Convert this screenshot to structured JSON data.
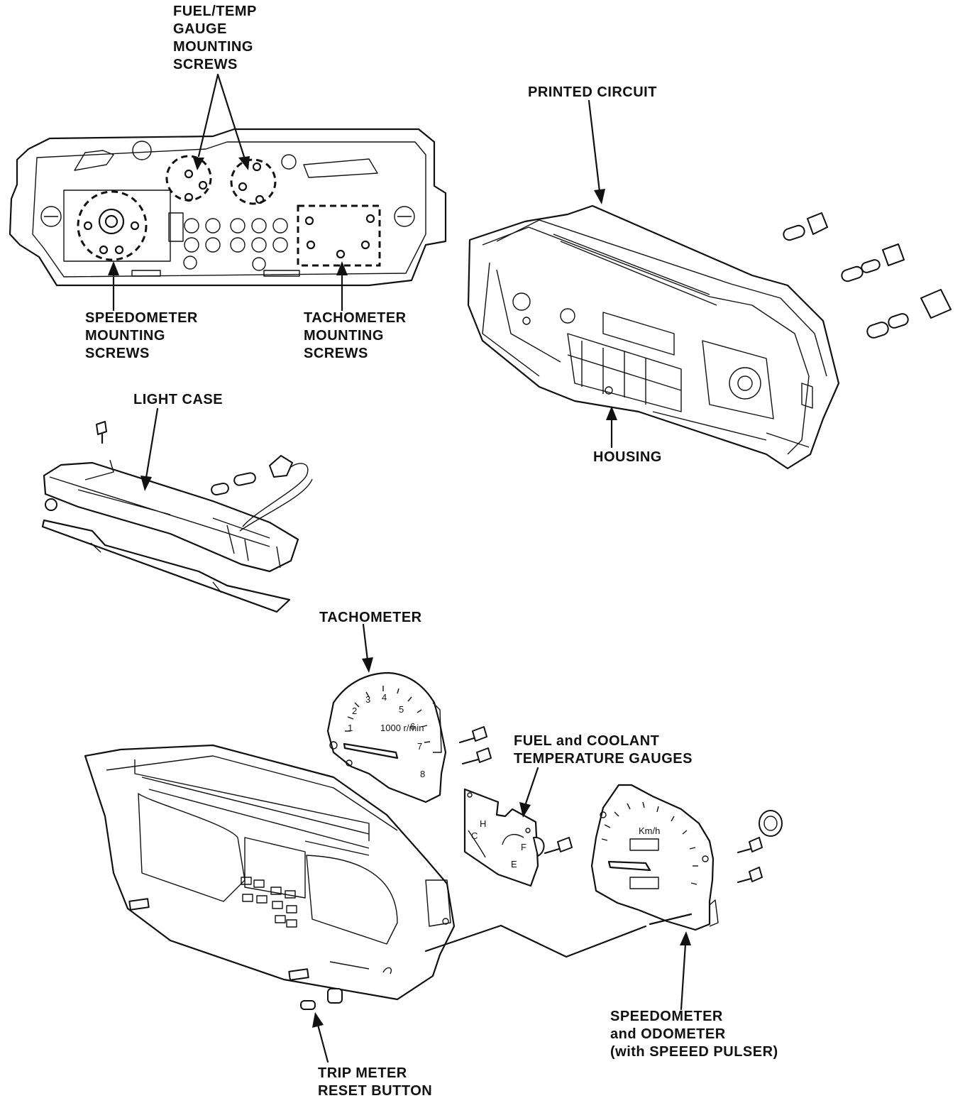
{
  "labels": {
    "fuel_temp_screws": [
      "FUEL/TEMP",
      "GAUGE",
      "MOUNTING",
      "SCREWS"
    ],
    "printed_circuit": "PRINTED CIRCUIT",
    "speedometer_screws": [
      "SPEEDOMETER",
      "MOUNTING",
      "SCREWS"
    ],
    "tachometer_screws": [
      "TACHOMETER",
      "MOUNTING",
      "SCREWS"
    ],
    "light_case": "LIGHT CASE",
    "housing": "HOUSING",
    "tachometer": "TACHOMETER",
    "fuel_coolant": [
      "FUEL and COOLANT",
      "TEMPERATURE GAUGES"
    ],
    "speedometer_odometer": [
      "SPEEDOMETER",
      "and ODOMETER",
      "(with SPEEED PULSER)"
    ],
    "trip_meter": [
      "TRIP METER",
      "RESET BUTTON"
    ]
  },
  "tach_dial": {
    "numbers": [
      "1",
      "2",
      "3",
      "4",
      "5",
      "6",
      "7",
      "8"
    ],
    "unit": "1000 r/min"
  },
  "speedo_dial": {
    "unit": "Km/h"
  },
  "temp_gauge": {
    "marks": [
      "H",
      "C"
    ]
  },
  "fuel_gauge": {
    "marks": [
      "F",
      "E"
    ]
  }
}
